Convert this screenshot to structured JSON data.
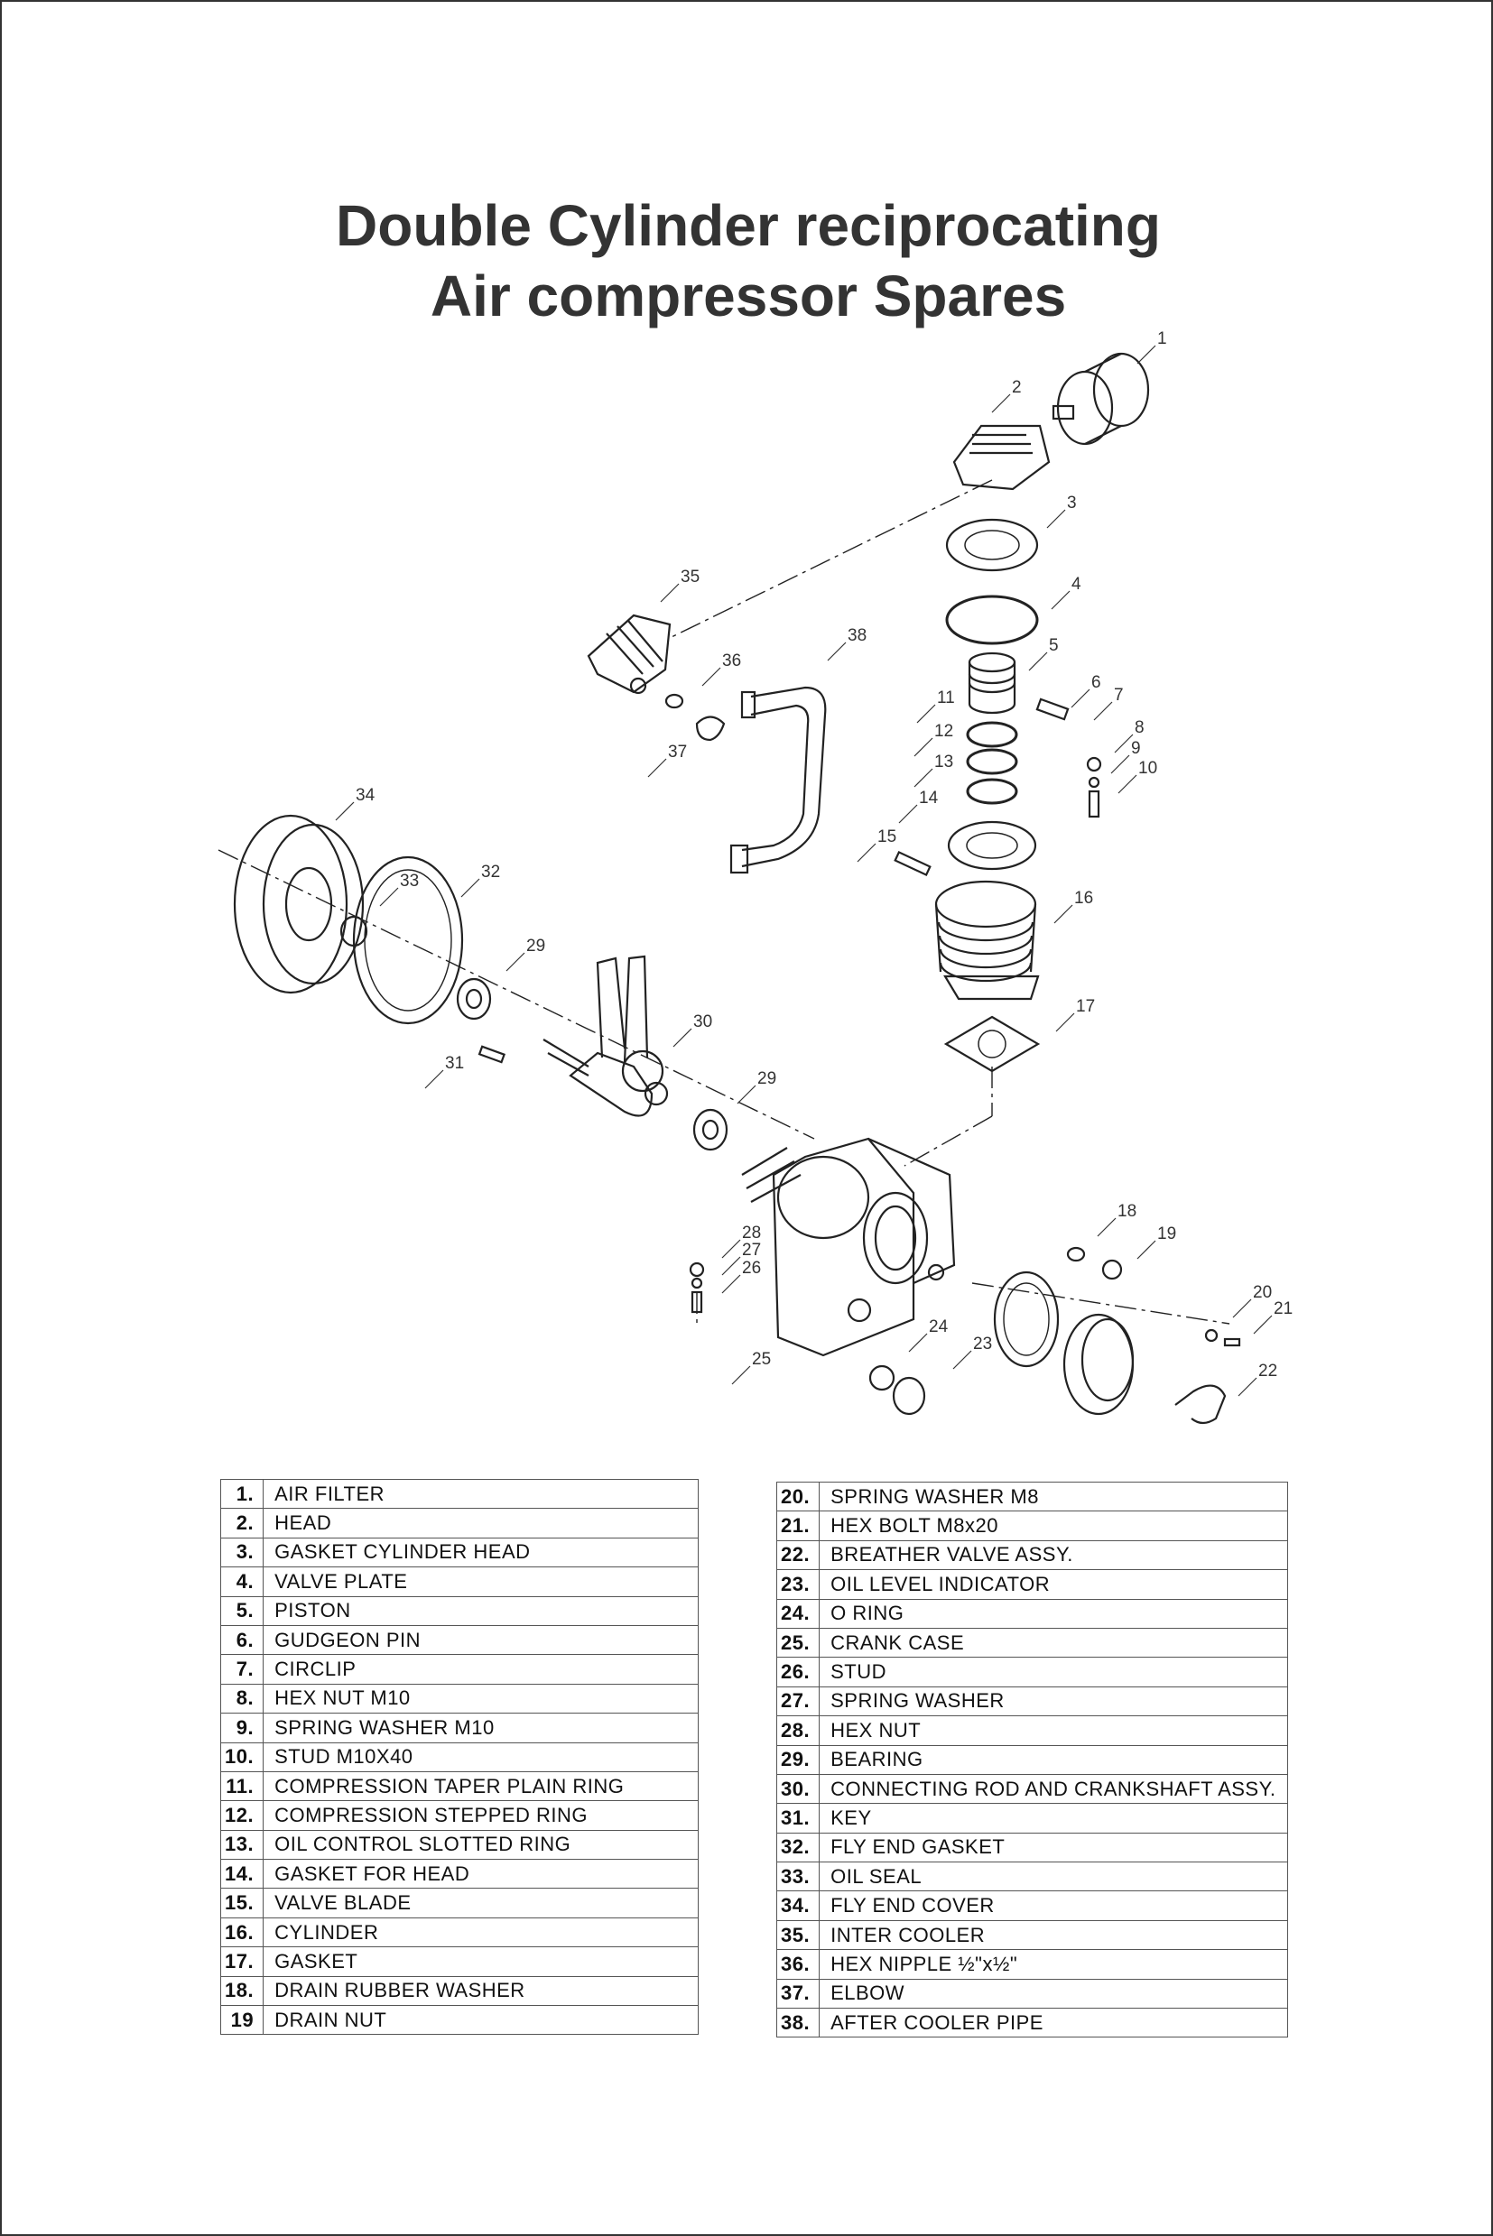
{
  "title": {
    "line1": "Double Cylinder reciprocating",
    "line2": "Air compressor Spares"
  },
  "callouts": [
    "1",
    "2",
    "3",
    "4",
    "5",
    "6",
    "7",
    "8",
    "9",
    "10",
    "11",
    "12",
    "13",
    "14",
    "15",
    "16",
    "17",
    "18",
    "19",
    "20",
    "21",
    "22",
    "23",
    "24",
    "25",
    "26",
    "27",
    "28",
    "29",
    "29",
    "30",
    "31",
    "32",
    "33",
    "34",
    "35",
    "36",
    "37",
    "38"
  ],
  "parts_left": [
    {
      "no": "1.",
      "name": "AIR FILTER"
    },
    {
      "no": "2.",
      "name": "HEAD"
    },
    {
      "no": "3.",
      "name": "GASKET CYLINDER HEAD"
    },
    {
      "no": "4.",
      "name": "VALVE PLATE"
    },
    {
      "no": "5.",
      "name": "PISTON"
    },
    {
      "no": "6.",
      "name": "GUDGEON PIN"
    },
    {
      "no": "7.",
      "name": "CIRCLIP"
    },
    {
      "no": "8.",
      "name": "HEX NUT M10"
    },
    {
      "no": "9.",
      "name": "SPRING WASHER M10"
    },
    {
      "no": "10.",
      "name": "STUD M10X40"
    },
    {
      "no": "11.",
      "name": "COMPRESSION TAPER PLAIN RING"
    },
    {
      "no": "12.",
      "name": "COMPRESSION STEPPED RING"
    },
    {
      "no": "13.",
      "name": "OIL CONTROL SLOTTED RING"
    },
    {
      "no": "14.",
      "name": "GASKET FOR HEAD"
    },
    {
      "no": "15.",
      "name": "VALVE BLADE"
    },
    {
      "no": "16.",
      "name": "CYLINDER"
    },
    {
      "no": "17.",
      "name": "GASKET"
    },
    {
      "no": "18.",
      "name": "DRAIN RUBBER WASHER"
    },
    {
      "no": "19",
      "name": "DRAIN NUT"
    }
  ],
  "parts_right": [
    {
      "no": "20.",
      "name": "SPRING WASHER M8"
    },
    {
      "no": "21.",
      "name": "HEX BOLT M8x20"
    },
    {
      "no": "22.",
      "name": "BREATHER VALVE ASSY."
    },
    {
      "no": "23.",
      "name": "OIL LEVEL INDICATOR"
    },
    {
      "no": "24.",
      "name": "O RING"
    },
    {
      "no": "25.",
      "name": "CRANK CASE"
    },
    {
      "no": "26.",
      "name": "STUD"
    },
    {
      "no": "27.",
      "name": "SPRING WASHER"
    },
    {
      "no": "28.",
      "name": "HEX NUT"
    },
    {
      "no": "29.",
      "name": "BEARING"
    },
    {
      "no": "30.",
      "name": "CONNECTING ROD AND CRANKSHAFT ASSY."
    },
    {
      "no": "31.",
      "name": "KEY"
    },
    {
      "no": "32.",
      "name": "FLY END GASKET"
    },
    {
      "no": "33.",
      "name": "OIL SEAL"
    },
    {
      "no": "34.",
      "name": "FLY END COVER"
    },
    {
      "no": "35.",
      "name": "INTER COOLER"
    },
    {
      "no": "36.",
      "name": "HEX NIPPLE ½\"x½\""
    },
    {
      "no": "37.",
      "name": "ELBOW"
    },
    {
      "no": "38.",
      "name": "AFTER COOLER PIPE"
    }
  ]
}
